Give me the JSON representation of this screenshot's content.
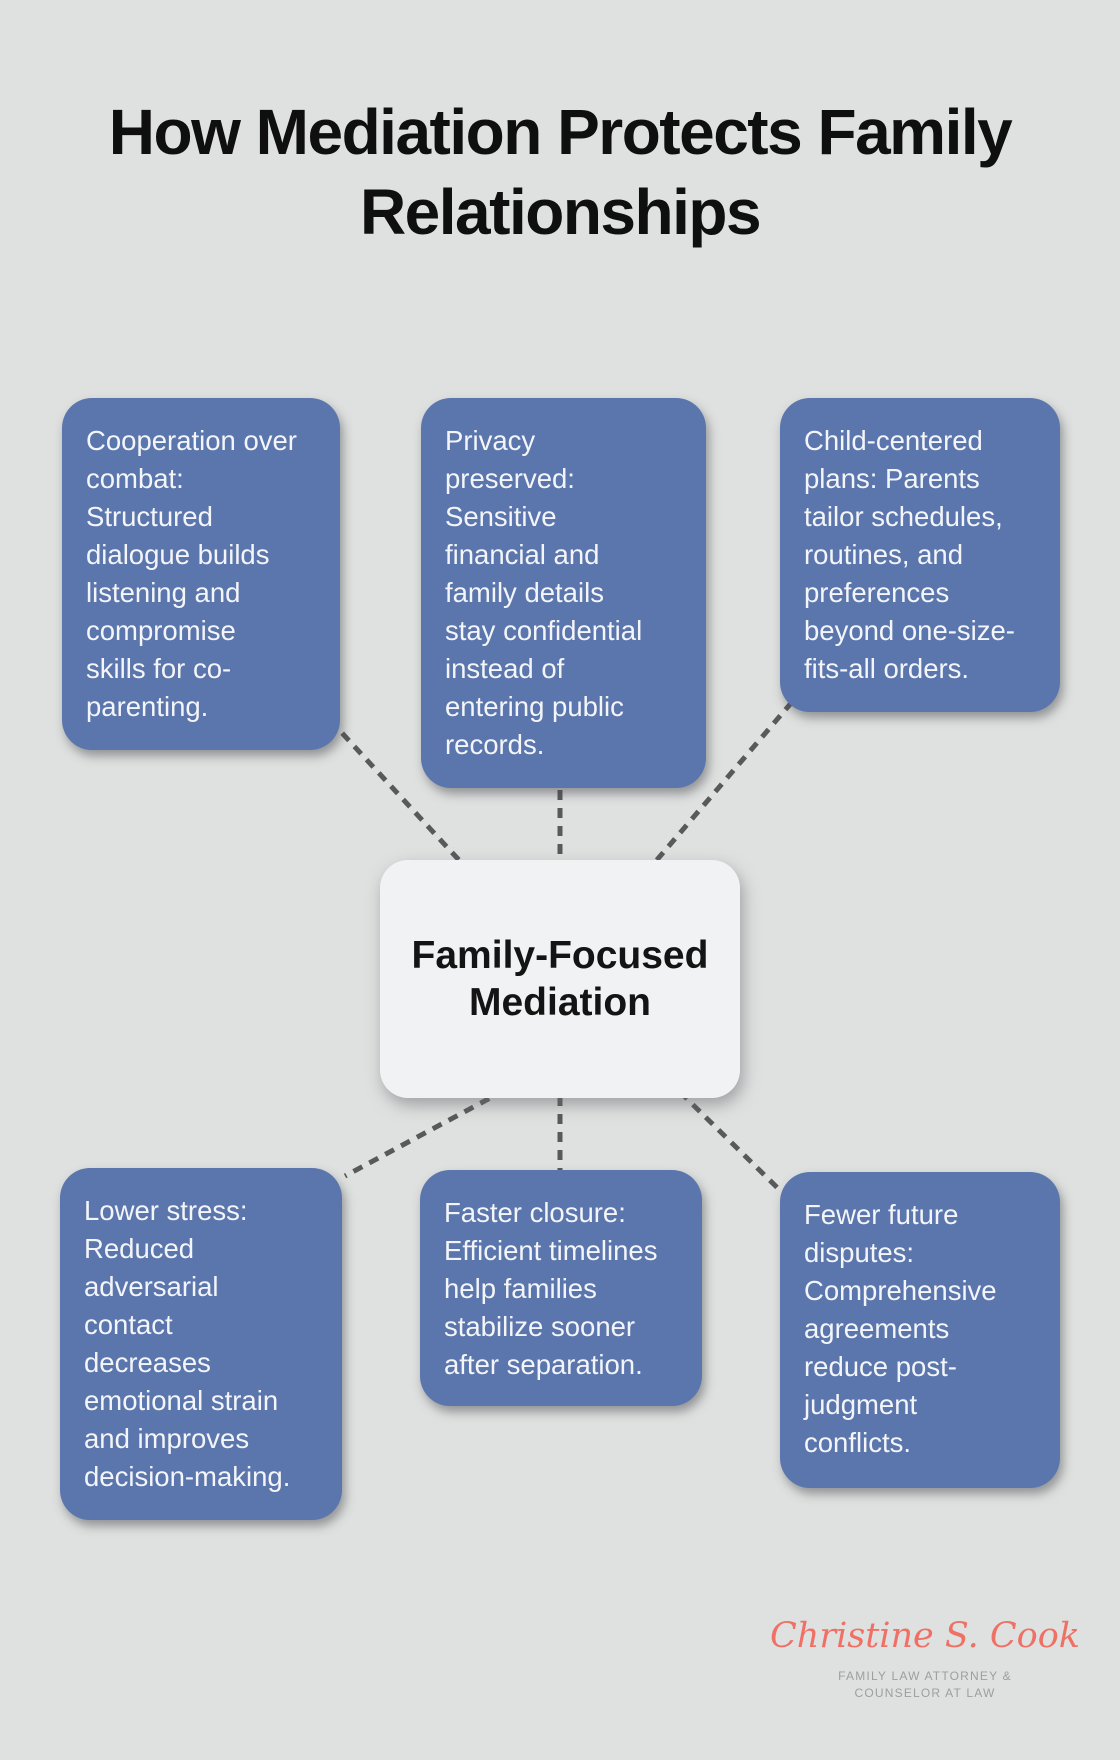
{
  "title": {
    "lines": [
      "How Mediation Protects Family",
      "Relationships"
    ]
  },
  "center_node": {
    "lines": [
      "Family-Focused",
      "Mediation"
    ]
  },
  "benefit_boxes": [
    {
      "name": "cooperation-over-combat",
      "lines": [
        "Cooperation over",
        "combat:",
        "Structured",
        "dialogue builds",
        "listening and",
        "compromise",
        "skills for co-",
        "parenting."
      ]
    },
    {
      "name": "privacy-preserved",
      "lines": [
        "Privacy",
        "preserved:",
        "Sensitive",
        "financial and",
        "family details",
        "stay confidential",
        "instead of",
        "entering public",
        "records."
      ]
    },
    {
      "name": "child-centered-plans",
      "lines": [
        "Child-centered",
        "plans: Parents",
        "tailor schedules,",
        "routines, and",
        "preferences",
        "beyond one-size-",
        "fits-all orders."
      ]
    },
    {
      "name": "lower-stress",
      "lines": [
        "Lower stress:",
        "Reduced",
        "adversarial",
        "contact",
        "decreases",
        "emotional strain",
        "and improves",
        "decision-making."
      ]
    },
    {
      "name": "faster-closure",
      "lines": [
        "Faster closure:",
        "Efficient timelines",
        "help families",
        "stabilize sooner",
        "after separation."
      ]
    },
    {
      "name": "fewer-future-disputes",
      "lines": [
        "Fewer future",
        "disputes:",
        "Comprehensive",
        "agreements",
        "reduce post-",
        "judgment",
        "conflicts."
      ]
    }
  ],
  "footer": {
    "signature": "Christine S. Cook",
    "tagline_lines": [
      "FAMILY LAW ATTORNEY &",
      "COUNSELOR AT LAW"
    ]
  },
  "colors": {
    "background": "#dfe1e0",
    "benefit_box": "#5b76ad",
    "benefit_text": "#f3f5f9",
    "center_bg": "#f1f2f3",
    "center_text": "#141414",
    "connector": "#58595a",
    "title_text": "#0f0f0f",
    "signature": "#ef7166",
    "tagline": "#9b9f9e"
  }
}
